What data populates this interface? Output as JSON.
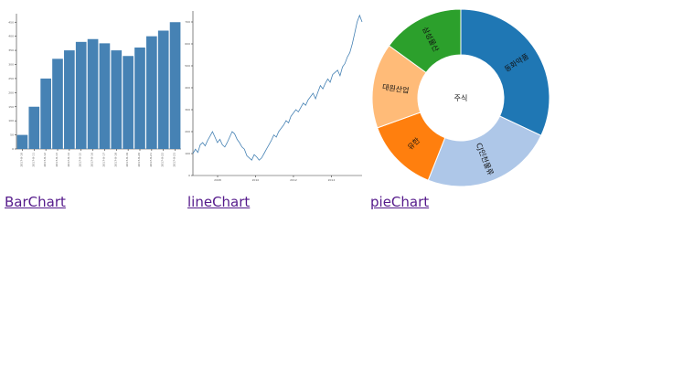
{
  "links": {
    "bar": "BarChart",
    "line": "lineChart",
    "pie": "pieChart"
  },
  "chart_data": [
    {
      "type": "bar",
      "categories": [
        "2017-8-10",
        "2017-8-11",
        "2017-8-12",
        "2017-8-13",
        "2017-8-14",
        "2017-8-15",
        "2017-8-16",
        "2017-8-17",
        "2017-8-18",
        "2017-8-19",
        "2017-8-20",
        "2017-8-21",
        "2017-8-22",
        "2017-8-23"
      ],
      "values": [
        50,
        150,
        250,
        320,
        350,
        380,
        390,
        375,
        350,
        330,
        360,
        400,
        420,
        450
      ],
      "y_ticks": [
        0,
        50,
        100,
        150,
        200,
        250,
        300,
        350,
        400,
        450
      ],
      "ylim": [
        0,
        480
      ],
      "color": "#4682b4"
    },
    {
      "type": "line",
      "x_ticks": [
        "2008",
        "2010",
        "2012",
        "2014"
      ],
      "y_ticks": [
        0,
        100,
        200,
        300,
        400,
        500,
        600,
        700
      ],
      "ylim": [
        0,
        750
      ],
      "values": [
        100,
        120,
        105,
        140,
        150,
        135,
        160,
        180,
        200,
        175,
        150,
        165,
        140,
        130,
        150,
        175,
        200,
        190,
        165,
        150,
        130,
        120,
        90,
        80,
        70,
        95,
        85,
        70,
        80,
        100,
        120,
        140,
        160,
        185,
        175,
        200,
        215,
        230,
        250,
        240,
        270,
        285,
        300,
        290,
        310,
        330,
        320,
        345,
        360,
        375,
        350,
        380,
        410,
        395,
        420,
        440,
        425,
        460,
        470,
        480,
        455,
        495,
        510,
        540,
        560,
        600,
        650,
        700,
        730,
        700
      ],
      "color": "#4682b4"
    },
    {
      "type": "pie",
      "center_label": "주식",
      "slices": [
        {
          "label": "동화약품",
          "value": 32,
          "color": "#1f77b4"
        },
        {
          "label": "CJ인천물류",
          "value": 24,
          "color": "#aec7e8"
        },
        {
          "label": "유한",
          "value": 13.5,
          "color": "#ff7f0e"
        },
        {
          "label": "대원산업",
          "value": 15.5,
          "color": "#ffbb78"
        },
        {
          "label": "삼성물산",
          "value": 15,
          "color": "#2ca02c"
        }
      ]
    }
  ]
}
